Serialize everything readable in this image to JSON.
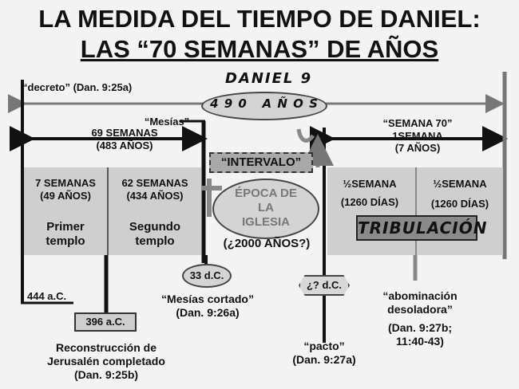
{
  "title": {
    "line1": "LA MEDIDA DEL TIEMPO DE DANIEL:",
    "line2": "LAS “70 SEMANAS” DE AÑOS"
  },
  "header": {
    "daniel9": "DANIEL 9",
    "years490": "4 9 0   A Ñ O S",
    "decreto": "“decreto” (Dan. 9:25a)"
  },
  "span69": {
    "label1": "69 SEMANAS",
    "label2": "(483 AÑOS)",
    "mesias": "“Mesías”"
  },
  "span70": {
    "label1": "“SEMANA 70”",
    "label2": "1SEMANA",
    "label3": "(7 AÑOS)"
  },
  "intervalo": "“INTERVALO”",
  "seg1": {
    "line1": "7 SEMANAS",
    "line2": "(49 AÑOS)",
    "temple1": "Primer",
    "temple2": "templo"
  },
  "seg2": {
    "line1": "62 SEMANAS",
    "line2": "(434 AÑOS)",
    "temple1": "Segundo",
    "temple2": "templo"
  },
  "iglesia": {
    "line1": "ÉPOCA DE",
    "line2": "LA",
    "line3": "IGLESIA",
    "years": "(¿2000 AÑOS?)"
  },
  "half1": {
    "line1": "½SEMANA",
    "line2": "(1260 DÍAS)"
  },
  "half2": {
    "line1": "½SEMANA",
    "line2": "(1260 DÍAS)"
  },
  "tribulacion": "TRIBULACIÓN",
  "markers": {
    "bc444": "444 a.C.",
    "bc396": "396 a.C.",
    "ad33": "33 d.C.",
    "adq": "¿? d.C."
  },
  "notes": {
    "reconstruccion1": "Reconstrucción de",
    "reconstruccion2": "Jerusalén completado",
    "reconstruccion3": "(Dan. 9:25b)",
    "cortado1": "“Mesías cortado”",
    "cortado2": "(Dan. 9:26a)",
    "pacto1": "“pacto”",
    "pacto2": "(Dan.  9:27a)",
    "abominacion1": "“abominación",
    "abominacion2": "desoladora”",
    "abominacion3": "(Dan. 9:27b;",
    "abominacion4": "11:40-43)"
  }
}
